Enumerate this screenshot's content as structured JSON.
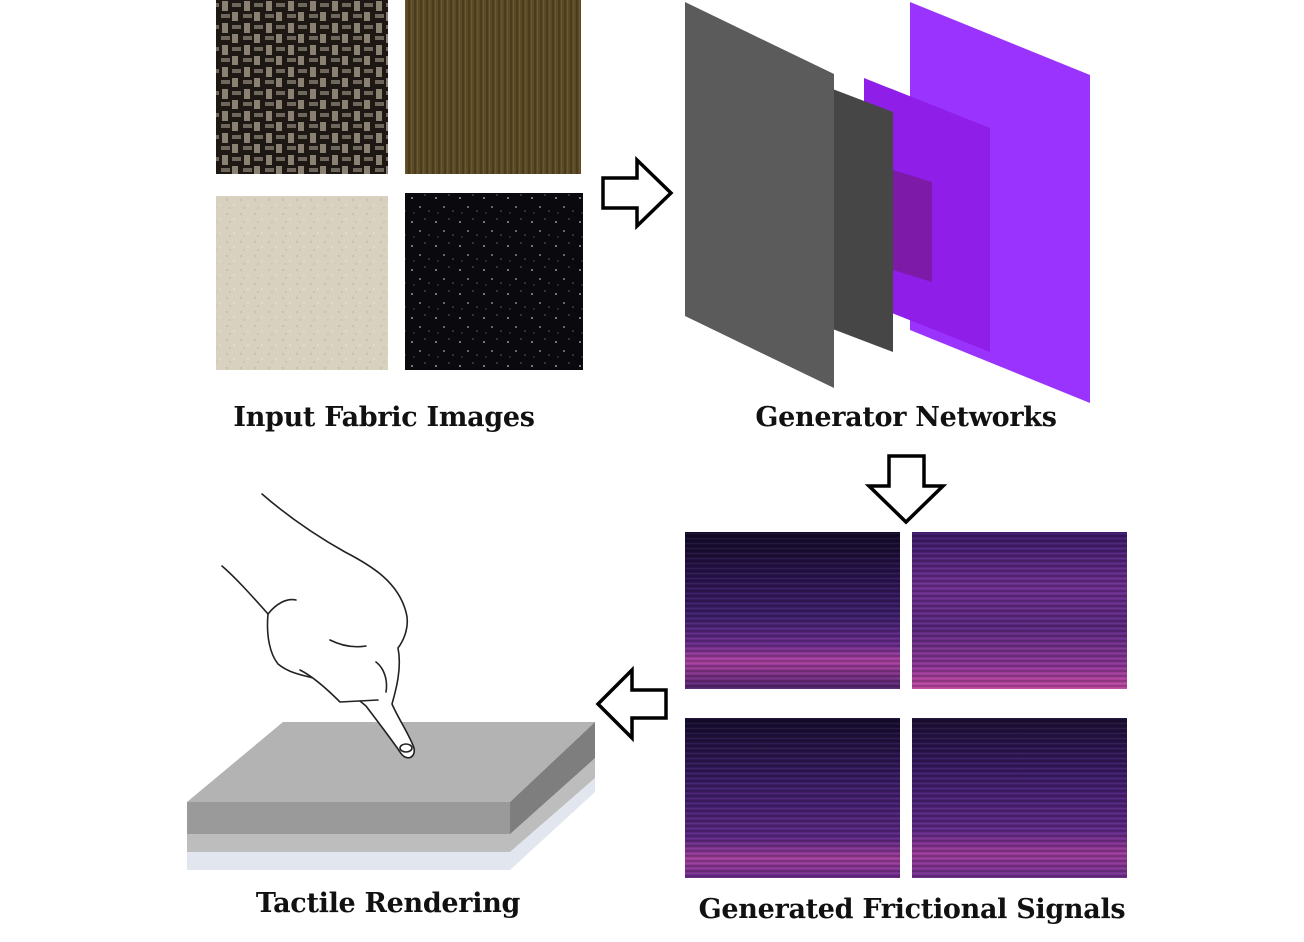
{
  "labels": {
    "input": "Input  Fabric Images",
    "generator": "Generator Networks",
    "tactile": "Tactile Rendering",
    "signals": "Generated Frictional Signals"
  },
  "colors": {
    "gray_layer_large": "#5b5b5b",
    "gray_layer_small": "#464646",
    "violet_back": "#9b33ff",
    "violet_mid": "#8f1ee8",
    "violet_inner": "#8a1fc4",
    "spectrogram_base": "#140a2a",
    "spectrogram_band": "#b040a8",
    "arrow_stroke": "#000000"
  },
  "icons": {
    "arrow_1": "arrow-right-icon",
    "arrow_2": "arrow-down-icon",
    "arrow_3": "arrow-left-icon",
    "hand": "hand-pointing-icon"
  }
}
